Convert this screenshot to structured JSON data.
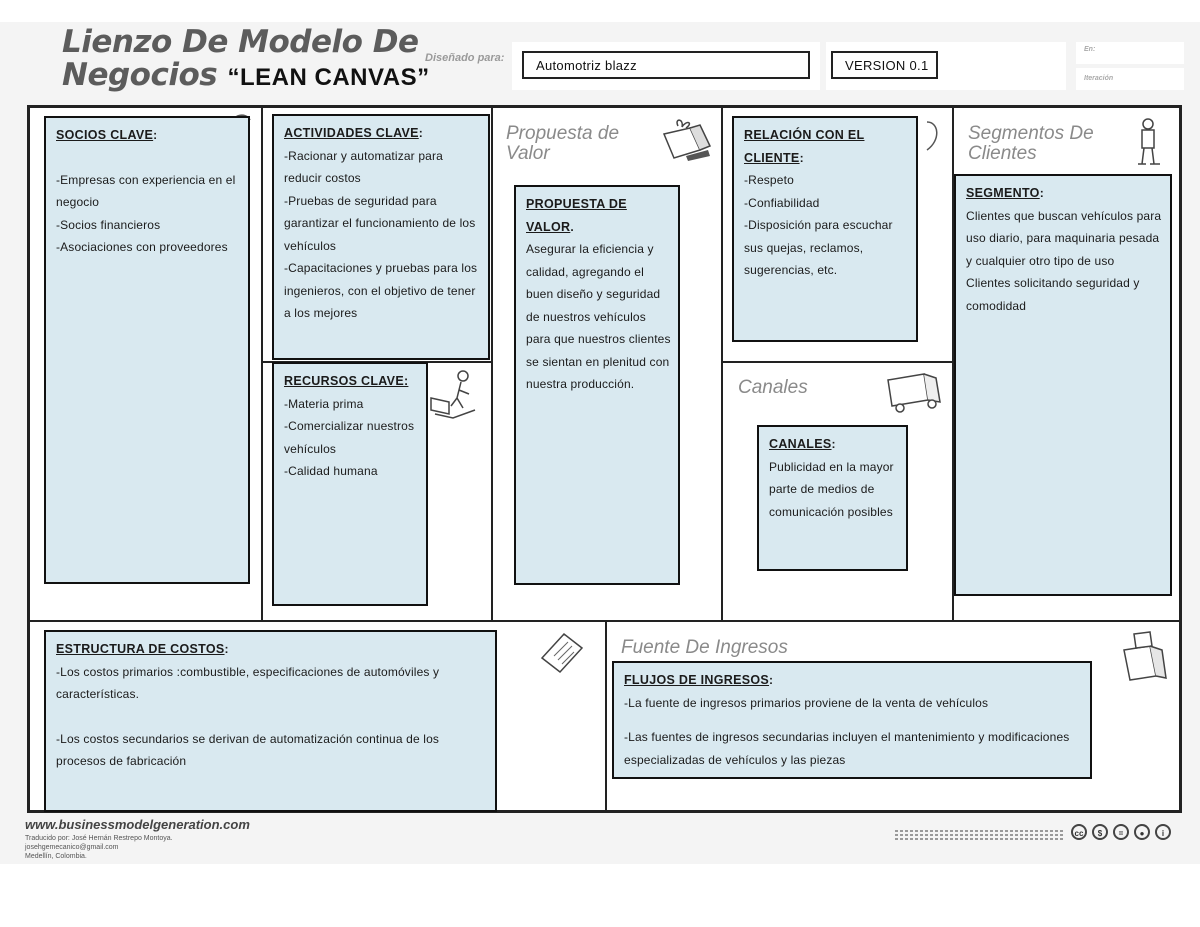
{
  "header": {
    "title_line1": "Lienzo De Modelo De",
    "title_line2": "Negocios",
    "title_lean": "“LEAN CANVAS”",
    "designed_for_label": "Diseñado para:",
    "designed_for_value": "Automotriz blazz",
    "version": "VERSION 0.1",
    "en_label": "En:",
    "iteracion_label": "Iteración"
  },
  "sections": {
    "propuesta_title": "Propuesta de\nValor",
    "segmentos_title": "Segmentos De\nClientes",
    "canales_title": "Canales",
    "fuente_title": "Fuente De Ingresos"
  },
  "socios": {
    "head": "SOCIOS CLAVE",
    "head_suffix": ":",
    "lines": [
      "",
      "-Empresas con experiencia en el negocio",
      "-Socios financieros",
      "-Asociaciones con proveedores"
    ]
  },
  "actividades": {
    "head": "ACTIVIDADES CLAVE",
    "head_suffix": ":",
    "lines": [
      "-Racionar y automatizar para reducir costos",
      "-Pruebas de seguridad para garantizar el funcionamiento de los vehículos",
      "-Capacitaciones y pruebas para los ingenieros, con el objetivo de tener a los mejores"
    ]
  },
  "recursos": {
    "head": "RECURSOS CLAVE:",
    "lines": [
      "-Materia prima",
      "-Comercializar nuestros vehículos",
      "-Calidad humana"
    ]
  },
  "propuesta": {
    "head": "PROPUESTA DE VALOR",
    "head_suffix": ".",
    "lines": [
      "Asegurar la eficiencia y calidad, agregando el buen diseño y seguridad de nuestros vehículos para que nuestros clientes se sientan en plenitud con nuestra producción."
    ]
  },
  "relacion": {
    "head": "RELACIÓN CON EL CLIENTE",
    "head_suffix": ":",
    "lines": [
      "-Respeto",
      "-Confiabilidad",
      "-Disposición para escuchar sus quejas, reclamos, sugerencias, etc."
    ]
  },
  "segmento": {
    "head": "SEGMENTO",
    "head_suffix": ":",
    "lines": [
      "Clientes que buscan vehículos para uso diario, para maquinaria pesada y cualquier otro tipo de uso",
      "Clientes solicitando seguridad y comodidad"
    ]
  },
  "canales": {
    "head": "CANALES",
    "head_suffix": ":",
    "lines": [
      "Publicidad en la mayor parte de medios de comunicación posibles"
    ]
  },
  "costos": {
    "head": "ESTRUCTURA DE COSTOS",
    "head_suffix": ":",
    "lines": [
      "-Los costos primarios :combustible, especificaciones de automóviles y características.",
      "",
      "-Los costos secundarios se derivan de automatización continua de los procesos de fabricación"
    ]
  },
  "ingresos": {
    "head": "FLUJOS DE INGRESOS",
    "head_suffix": ":",
    "lines": [
      "-La fuente de ingresos primarios proviene de la venta de vehículos",
      "",
      "-Las fuentes de ingresos secundarias incluyen el mantenimiento y modificaciones especializadas de vehículos y las piezas"
    ]
  },
  "footer": {
    "url": "www.businessmodelgeneration.com",
    "translator": "Traducido por: José Hernán Restrepo Montoya.",
    "email": "josehgemecanico@gmail.com",
    "city": "Medellín, Colombia."
  },
  "icons": {
    "gift": "gift-icon",
    "person": "person-icon",
    "worker": "worker-icon",
    "truck": "truck-icon",
    "invoice": "invoice-icon",
    "register": "cash-register-icon",
    "heart": "heart-icon",
    "link": "chain-link-icon",
    "cc": "creative-commons-icons"
  }
}
